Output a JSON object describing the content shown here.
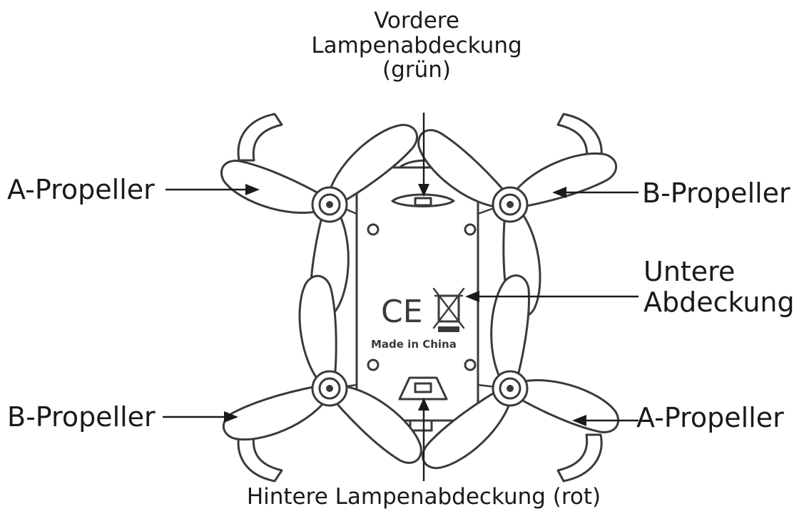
{
  "labels": {
    "front_lamp": [
      "Vordere",
      "Lampenabdeckung",
      "(grün)"
    ],
    "a_prop_top_left": "A-Propeller",
    "b_prop_top_right": "B-Propeller",
    "bottom_cover": [
      "Untere",
      "Abdeckung"
    ],
    "b_prop_bottom_left": "B-Propeller",
    "a_prop_bottom_right": "A-Propeller",
    "rear_lamp": "Hintere Lampenabdeckung (rot)"
  },
  "body_marks": {
    "ce": "CE",
    "made_in": "Made in China"
  },
  "icons": [
    "weee-bin-icon"
  ],
  "colors": {
    "line": "#3a3a3a",
    "text": "#1a1a1a"
  }
}
